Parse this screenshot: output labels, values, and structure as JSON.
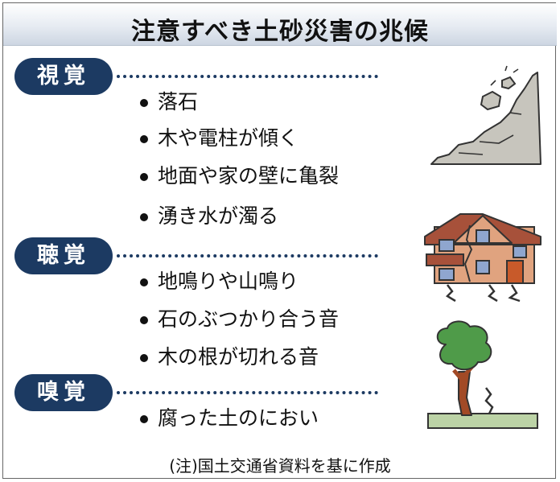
{
  "title": "注意すべき土砂災害の兆候",
  "sections": [
    {
      "label": "視覚",
      "items": [
        "落石",
        "木や電柱が傾く",
        "地面や家の壁に亀裂",
        "湧き水が濁る"
      ]
    },
    {
      "label": "聴覚",
      "items": [
        "地鳴りや山鳴り",
        "石のぶつかり合う音",
        "木の根が切れる音"
      ]
    },
    {
      "label": "嗅覚",
      "items": [
        "腐った土のにおい"
      ]
    }
  ],
  "note": "(注)国土交通省資料を基に作成",
  "colors": {
    "badge": "#1c3a62",
    "rock": "#c7c5bd",
    "house_wall": "#e0a37f",
    "house_roof": "#a7513a",
    "window": "#8fa6cf",
    "tree_leaves": "#4f9b49",
    "tree_trunk": "#a24a26",
    "ground": "#bcd3a6"
  }
}
